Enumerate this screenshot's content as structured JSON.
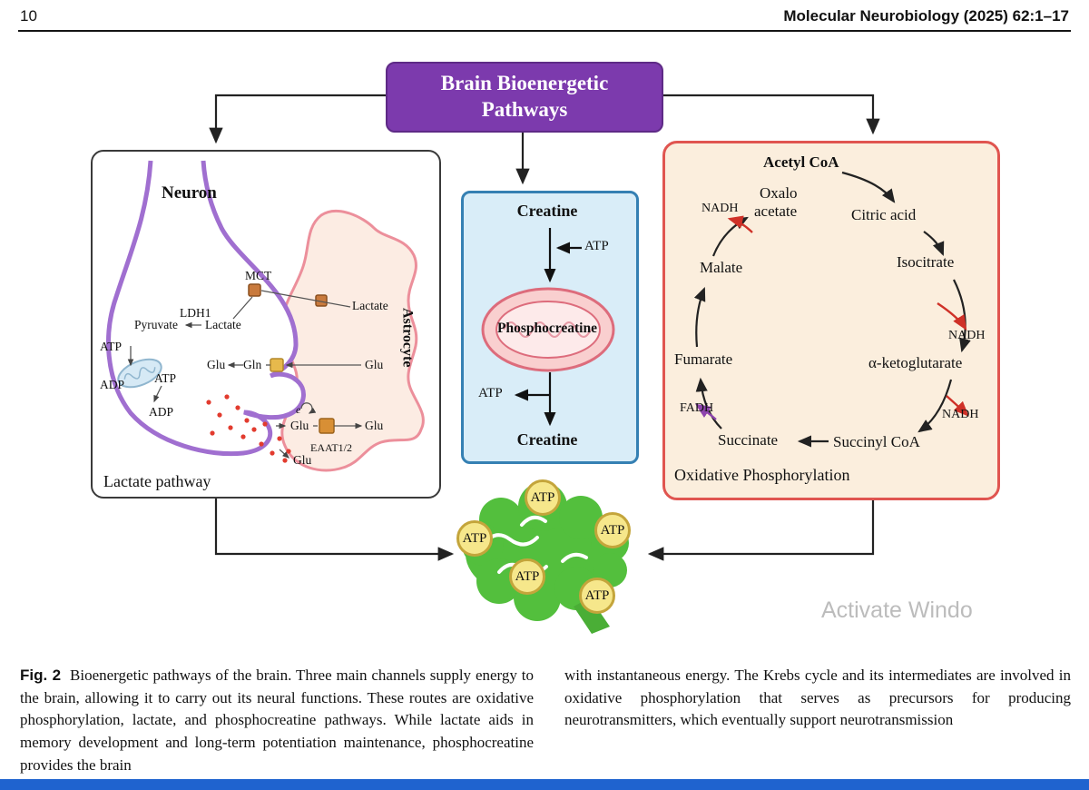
{
  "header": {
    "page_number": "10",
    "journal_ref": "Molecular Neurobiology (2025) 62:1–17"
  },
  "figure": {
    "title": "Brain Bioenergetic Pathways",
    "neuron": {
      "neuron": "Neuron",
      "astrocyte": "Astrocyte",
      "mct": "MCT",
      "lactate_right": "Lactate",
      "ldh1": "LDH1",
      "pyruvate": "Pyruvate",
      "lactate_mid": "Lactate",
      "atp_a": "ATP",
      "adp_a": "ADP",
      "atp_b": "ATP",
      "adp_b": "ADP",
      "glu_1": "Glu",
      "gln_1": "Gln",
      "glu_2": "Glu",
      "e_label": "e",
      "glu_3": "Glu",
      "glu_4": "Glu",
      "eaat": "EAAT1/2",
      "glu_5": "Glu",
      "pathway": "Lactate pathway"
    },
    "creatine": {
      "top": "Creatine",
      "atp_in": "ATP",
      "center": "Phosphocreatine",
      "atp_out": "ATP",
      "bottom": "Creatine"
    },
    "krebs": {
      "acetyl": "Acetyl CoA",
      "nadh_top": "NADH",
      "oxalo_line1": "Oxalo",
      "oxalo_line2": "acetate",
      "citric": "Citric acid",
      "isocitrate": "Isocitrate",
      "nadh_right_top": "NADH",
      "malate": "Malate",
      "akg": "α-ketoglutarate",
      "fumarate": "Fumarate",
      "fadh": "FADH",
      "nadh_right_mid": "NADH",
      "succinate": "Succinate",
      "succinyl": "Succinyl CoA",
      "oxphos": "Oxidative Phosphorylation"
    },
    "brain": {
      "atp": [
        "ATP",
        "ATP",
        "ATP",
        "ATP",
        "ATP"
      ]
    },
    "watermark": "Activate Windo"
  },
  "caption": {
    "label": "Fig. 2",
    "left": "Bioenergetic pathways of the brain. Three main channels supply energy to the brain, allowing it to carry out its neural functions. These routes are oxidative phosphorylation, lactate, and phosphocreatine pathways. While lactate aids in memory development and long-term potentiation maintenance, phosphocreatine provides the brain",
    "right": "with instantaneous energy. The Krebs cycle and its intermediates are involved in oxidative phosphorylation that serves as precursors for producing neurotransmitters, which eventually support neurotransmission"
  },
  "colors": {
    "title_bg": "#7c3aad",
    "creatine_panel_bg": "#d9edf8",
    "creatine_panel_border": "#3580b3",
    "krebs_panel_bg": "#fbeedd",
    "krebs_panel_border": "#e05550",
    "neuron_membrane": "#a06fd0",
    "astrocyte_membrane": "#ec8f9b",
    "mitochondria_pink": "#dd6c7c",
    "brain_green": "#53bf3d",
    "atp_badge_fill": "#f6e78b",
    "atp_badge_border": "#c4a53b",
    "nadh_accent": "#cf3128",
    "fadh_accent": "#8e44ad",
    "bottom_bar": "#1f63cf",
    "watermark_gray": "#bcbcbc"
  }
}
